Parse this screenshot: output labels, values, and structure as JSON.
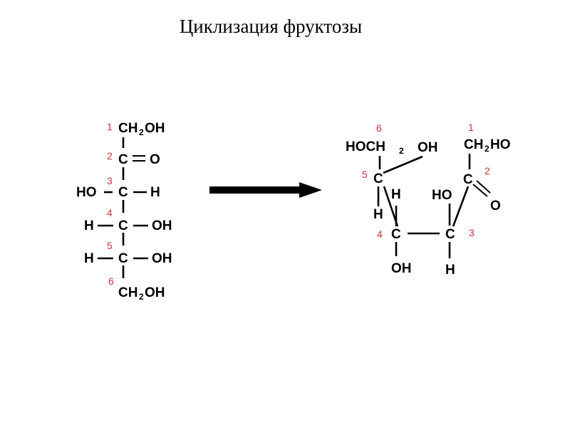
{
  "title": "Циклизация фруктозы",
  "colors": {
    "carbon_numbers": "#c8323c",
    "text": "#000000",
    "background": "#ffffff"
  },
  "open_chain": {
    "c1_group": "CH",
    "c1_sub": "2",
    "c1_tail": "OH",
    "c2_atom": "C",
    "c2_oxygen": "O",
    "c3_left": "HO",
    "c3_atom": "C",
    "c3_right": "H",
    "c4_left": "H",
    "c4_atom": "C",
    "c4_right": "OH",
    "c5_left": "H",
    "c5_atom": "C",
    "c5_right": "OH",
    "c6_group": "CH",
    "c6_sub": "2",
    "c6_tail": "OH",
    "numbers": [
      "1",
      "2",
      "3",
      "4",
      "5",
      "6"
    ]
  },
  "reaction_arrow": "right-arrow",
  "cyclic": {
    "c6_group": "HOCH",
    "c6_sub": "2",
    "c5_oh": "OH",
    "c5_atom": "C",
    "c5_h_right": "H",
    "c5_h_below": "H",
    "c4_atom": "C",
    "c4_oh": "OH",
    "c3_atom": "C",
    "c3_ho": "HO",
    "c3_h": "H",
    "c2_atom": "C",
    "c2_oxygen": "O",
    "c1_group": "CH",
    "c1_sub": "2",
    "c1_tail": "HO",
    "numbers": [
      "1",
      "2",
      "3",
      "4",
      "5",
      "6"
    ]
  }
}
